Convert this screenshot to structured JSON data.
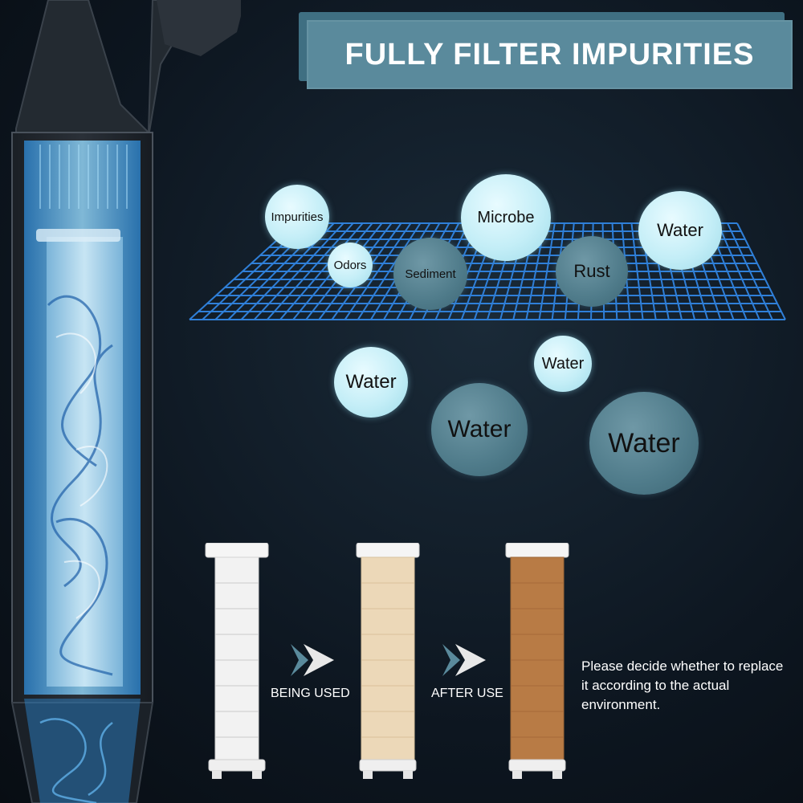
{
  "title": "FULLY FILTER IMPURITIES",
  "impurities": {
    "impurities": "Impurities",
    "odors": "Odors",
    "microbe": "Microbe",
    "sediment": "Sediment",
    "rust": "Rust",
    "water_top": "Water"
  },
  "filtered": {
    "water_1": "Water",
    "water_2": "Water",
    "water_3": "Water",
    "water_4": "Water"
  },
  "stages": {
    "being_used": "BEING USED",
    "after_use": "AFTER USE"
  },
  "note": "Please decide whether to replace it according to the actual environment.",
  "colors": {
    "banner": "#5a8a9c",
    "grid": "#2f7fd8",
    "bubble_light": "#c4eef7",
    "bubble_dark": "#4f7b8a",
    "cartridge_new": "#f2f2f2",
    "cartridge_used": "#ecd8b8",
    "cartridge_old": "#b87b45"
  }
}
